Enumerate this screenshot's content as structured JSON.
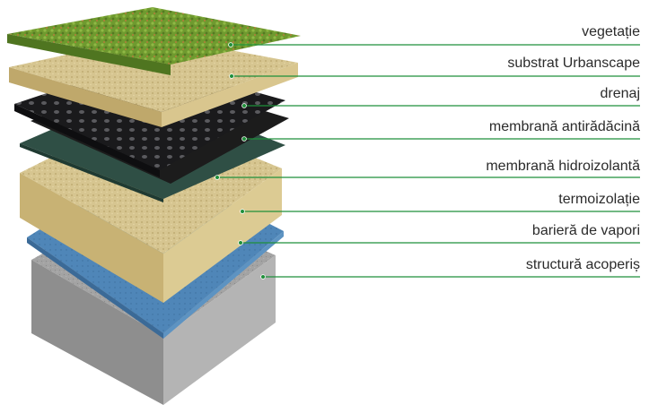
{
  "layers": [
    {
      "id": "vegetatie",
      "label": "vegetație",
      "color": "#6f9a2f"
    },
    {
      "id": "substrat",
      "label": "substrat Urbanscape",
      "color": "#d3c08a"
    },
    {
      "id": "drenaj",
      "label": "drenaj",
      "color": "#1d1d1f"
    },
    {
      "id": "membrana-antiradacina",
      "label": "membrană antirădăcină",
      "color": "#222222"
    },
    {
      "id": "membrana-hidroizolanta",
      "label": "membrană hidroizolantă",
      "color": "#2f4f45"
    },
    {
      "id": "termoizolatie",
      "label": "termoizolație",
      "color": "#cdb777"
    },
    {
      "id": "bariera-vapori",
      "label": "barieră de vapori",
      "color": "#4f86b8"
    },
    {
      "id": "structura-acoperis",
      "label": "structură acoperiș",
      "color": "#9d9d9d"
    }
  ],
  "colors": {
    "leader_line": "#1f8f3a",
    "label_text": "#2b2b2b"
  }
}
